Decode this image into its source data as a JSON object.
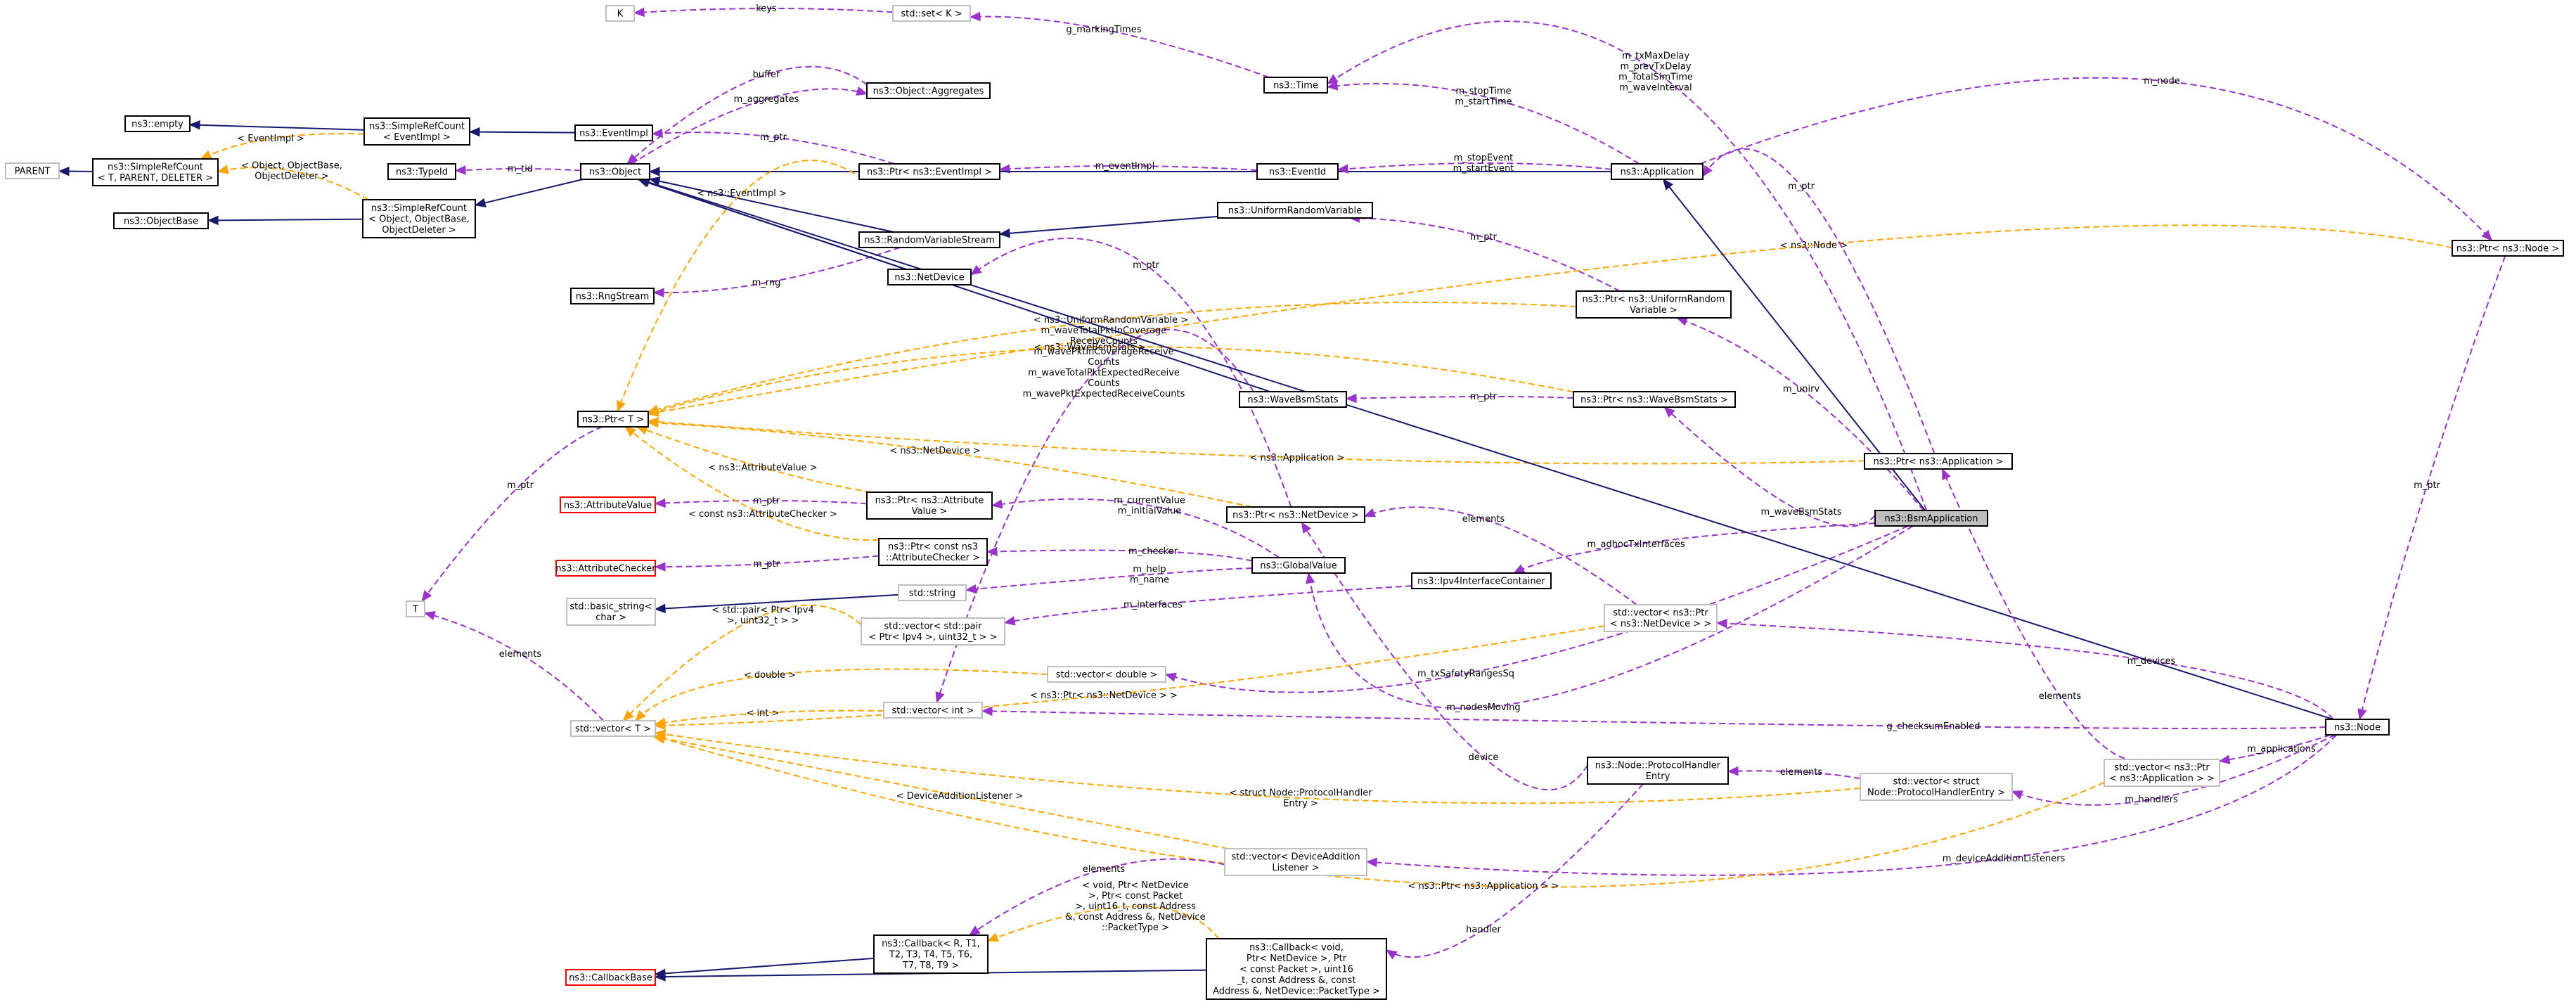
{
  "nodes": [
    {
      "id": "K",
      "lines": [
        "K"
      ],
      "style": "ext"
    },
    {
      "id": "set",
      "lines": [
        "std::set< K >"
      ],
      "style": "ext"
    },
    {
      "id": "empty",
      "lines": [
        "ns3::empty"
      ],
      "style": "normal"
    },
    {
      "id": "srcEvImpl",
      "lines": [
        "ns3::SimpleRefCount",
        "< EventImpl >"
      ],
      "style": "normal"
    },
    {
      "id": "PARENT",
      "lines": [
        "PARENT"
      ],
      "style": "ext"
    },
    {
      "id": "srcT",
      "lines": [
        "ns3::SimpleRefCount",
        "< T, PARENT, DELETER >"
      ],
      "style": "normal"
    },
    {
      "id": "ObjectBase",
      "lines": [
        "ns3::ObjectBase"
      ],
      "style": "normal"
    },
    {
      "id": "srcObj",
      "lines": [
        "ns3::SimpleRefCount",
        "< Object, ObjectBase,",
        "ObjectDeleter >"
      ],
      "style": "normal"
    },
    {
      "id": "TypeId",
      "lines": [
        "ns3::TypeId"
      ],
      "style": "normal"
    },
    {
      "id": "EventImpl",
      "lines": [
        "ns3::EventImpl"
      ],
      "style": "normal"
    },
    {
      "id": "Object",
      "lines": [
        "ns3::Object"
      ],
      "style": "normal"
    },
    {
      "id": "Aggregates",
      "lines": [
        "ns3::Object::Aggregates"
      ],
      "style": "normal"
    },
    {
      "id": "PtrEvImpl",
      "lines": [
        "ns3::Ptr< ns3::EventImpl >"
      ],
      "style": "normal"
    },
    {
      "id": "Time",
      "lines": [
        "ns3::Time"
      ],
      "style": "normal"
    },
    {
      "id": "EventId",
      "lines": [
        "ns3::EventId"
      ],
      "style": "normal"
    },
    {
      "id": "Application",
      "lines": [
        "ns3::Application"
      ],
      "style": "normal"
    },
    {
      "id": "URV",
      "lines": [
        "ns3::UniformRandomVariable"
      ],
      "style": "normal"
    },
    {
      "id": "RVS",
      "lines": [
        "ns3::RandomVariableStream"
      ],
      "style": "normal"
    },
    {
      "id": "NetDevice",
      "lines": [
        "ns3::NetDevice"
      ],
      "style": "normal"
    },
    {
      "id": "RngStream",
      "lines": [
        "ns3::RngStream"
      ],
      "style": "normal"
    },
    {
      "id": "PtrURV",
      "lines": [
        "ns3::Ptr< ns3::UniformRandom",
        "Variable >"
      ],
      "style": "normal"
    },
    {
      "id": "PtrNode",
      "lines": [
        "ns3::Ptr< ns3::Node >"
      ],
      "style": "normal"
    },
    {
      "id": "PtrT",
      "lines": [
        "ns3::Ptr< T >"
      ],
      "style": "normal"
    },
    {
      "id": "WaveBsmStats",
      "lines": [
        "ns3::WaveBsmStats"
      ],
      "style": "normal"
    },
    {
      "id": "PtrWBS",
      "lines": [
        "ns3::Ptr< ns3::WaveBsmStats >"
      ],
      "style": "normal"
    },
    {
      "id": "PtrApp",
      "lines": [
        "ns3::Ptr< ns3::Application >"
      ],
      "style": "normal"
    },
    {
      "id": "AttrValue",
      "lines": [
        "ns3::AttributeValue"
      ],
      "style": "red"
    },
    {
      "id": "PtrAttrValue",
      "lines": [
        "ns3::Ptr< ns3::Attribute",
        "Value >"
      ],
      "style": "normal"
    },
    {
      "id": "PtrNetDev",
      "lines": [
        "ns3::Ptr< ns3::NetDevice >"
      ],
      "style": "normal"
    },
    {
      "id": "BsmApp",
      "lines": [
        "ns3::BsmApplication"
      ],
      "style": "hl"
    },
    {
      "id": "AttrChecker",
      "lines": [
        "ns3::AttributeChecker"
      ],
      "style": "red"
    },
    {
      "id": "PtrAttrChecker",
      "lines": [
        "ns3::Ptr< const ns3",
        "::AttributeChecker >"
      ],
      "style": "normal"
    },
    {
      "id": "GlobalValue",
      "lines": [
        "ns3::GlobalValue"
      ],
      "style": "normal"
    },
    {
      "id": "Ipv4IC",
      "lines": [
        "ns3::Ipv4InterfaceContainer"
      ],
      "style": "normal"
    },
    {
      "id": "T",
      "lines": [
        "T"
      ],
      "style": "ext"
    },
    {
      "id": "basicString",
      "lines": [
        "std::basic_string<",
        "char >"
      ],
      "style": "ext"
    },
    {
      "id": "string",
      "lines": [
        "std::string"
      ],
      "style": "ext"
    },
    {
      "id": "vecPtrNetDev",
      "lines": [
        "std::vector< ns3::Ptr",
        "< ns3::NetDevice > >"
      ],
      "style": "ext"
    },
    {
      "id": "vecPair",
      "lines": [
        "std::vector< std::pair",
        "< Ptr< Ipv4 >, uint32_t > >"
      ],
      "style": "ext"
    },
    {
      "id": "vecDouble",
      "lines": [
        "std::vector< double >"
      ],
      "style": "ext"
    },
    {
      "id": "vecT",
      "lines": [
        "std::vector< T >"
      ],
      "style": "ext"
    },
    {
      "id": "vecInt",
      "lines": [
        "std::vector< int >"
      ],
      "style": "ext"
    },
    {
      "id": "Node",
      "lines": [
        "ns3::Node"
      ],
      "style": "normal"
    },
    {
      "id": "PHE",
      "lines": [
        "ns3::Node::ProtocolHandler",
        "Entry"
      ],
      "style": "normal"
    },
    {
      "id": "vecPHE",
      "lines": [
        "std::vector< struct",
        "Node::ProtocolHandlerEntry >"
      ],
      "style": "ext"
    },
    {
      "id": "vecPtrApp",
      "lines": [
        "std::vector< ns3::Ptr",
        "< ns3::Application > >"
      ],
      "style": "ext"
    },
    {
      "id": "vecDAL",
      "lines": [
        "std::vector< DeviceAddition",
        "Listener >"
      ],
      "style": "ext"
    },
    {
      "id": "Callback",
      "lines": [
        "ns3::Callback< R, T1,",
        "T2, T3, T4, T5, T6,",
        "T7, T8, T9 >"
      ],
      "style": "normal"
    },
    {
      "id": "CallbackBase",
      "lines": [
        "ns3::CallbackBase"
      ],
      "style": "red"
    },
    {
      "id": "CallbackVoid",
      "lines": [
        "ns3::Callback< void,",
        "Ptr< NetDevice >, Ptr",
        "< const Packet >, uint16",
        "_t, const Address &, const",
        "Address &, NetDevice::PacketType >"
      ],
      "style": "normal"
    }
  ],
  "edges": [
    {
      "from": "set",
      "to": "K",
      "kind": "use",
      "label": [
        "keys"
      ]
    },
    {
      "from": "srcEvImpl",
      "to": "empty",
      "kind": "inh",
      "label": []
    },
    {
      "from": "srcEvImpl",
      "to": "srcT",
      "kind": "tpl",
      "label": [
        "< EventImpl >"
      ]
    },
    {
      "from": "srcT",
      "to": "PARENT",
      "kind": "inh",
      "label": []
    },
    {
      "from": "srcObj",
      "to": "ObjectBase",
      "kind": "inh",
      "label": []
    },
    {
      "from": "srcObj",
      "to": "srcT",
      "kind": "tpl",
      "label": [
        "< Object, ObjectBase,",
        "ObjectDeleter >"
      ]
    },
    {
      "from": "EventImpl",
      "to": "srcEvImpl",
      "kind": "inh",
      "label": []
    },
    {
      "from": "Object",
      "to": "TypeId",
      "kind": "use",
      "label": [
        "m_tid"
      ]
    },
    {
      "from": "Object",
      "to": "srcObj",
      "kind": "inh",
      "label": []
    },
    {
      "from": "Aggregates",
      "to": "Object",
      "kind": "use",
      "label": [
        "buffer"
      ]
    },
    {
      "from": "Object",
      "to": "Aggregates",
      "kind": "use",
      "label": [
        "m_aggregates"
      ]
    },
    {
      "from": "PtrEvImpl",
      "to": "EventImpl",
      "kind": "use",
      "label": [
        "m_ptr"
      ]
    },
    {
      "from": "Time",
      "to": "set",
      "kind": "use",
      "label": [
        "g_markingTimes"
      ]
    },
    {
      "from": "EventId",
      "to": "PtrEvImpl",
      "kind": "use",
      "label": [
        "m_eventImpl"
      ]
    },
    {
      "from": "Application",
      "to": "Object",
      "kind": "inh",
      "label": []
    },
    {
      "from": "Application",
      "to": "Time",
      "kind": "use",
      "label": [
        "m_stopTime",
        "m_startTime"
      ]
    },
    {
      "from": "Application",
      "to": "EventId",
      "kind": "use",
      "label": [
        "m_stopEvent",
        "m_startEvent"
      ]
    },
    {
      "from": "Application",
      "to": "PtrNode",
      "kind": "use",
      "label": [
        "m_node"
      ]
    },
    {
      "from": "RVS",
      "to": "Object",
      "kind": "inh",
      "label": []
    },
    {
      "from": "URV",
      "to": "RVS",
      "kind": "inh",
      "label": []
    },
    {
      "from": "RVS",
      "to": "RngStream",
      "kind": "use",
      "label": [
        "m_rng"
      ]
    },
    {
      "from": "NetDevice",
      "to": "Object",
      "kind": "inh",
      "label": []
    },
    {
      "from": "PtrURV",
      "to": "URV",
      "kind": "use",
      "label": [
        "m_ptr"
      ]
    },
    {
      "from": "PtrURV",
      "to": "PtrT",
      "kind": "tpl",
      "label": [
        "< ns3::UniformRandomVariable >"
      ]
    },
    {
      "from": "PtrNode",
      "to": "PtrT",
      "kind": "tpl",
      "label": [
        "< ns3::Node >"
      ]
    },
    {
      "from": "PtrEvImpl",
      "to": "PtrT",
      "kind": "tpl",
      "label": [
        "< ns3::EventImpl >"
      ]
    },
    {
      "from": "PtrT",
      "to": "T",
      "kind": "use",
      "label": [
        "m_ptr"
      ]
    },
    {
      "from": "WaveBsmStats",
      "to": "Object",
      "kind": "inh",
      "label": []
    },
    {
      "from": "PtrWBS",
      "to": "WaveBsmStats",
      "kind": "use",
      "label": [
        "m_ptr"
      ]
    },
    {
      "from": "PtrWBS",
      "to": "PtrT",
      "kind": "tpl",
      "label": [
        "< ns3::WaveBsmStats >"
      ]
    },
    {
      "from": "WaveBsmStats",
      "to": "vecInt",
      "kind": "use",
      "label": [
        "m_waveTotalPktInCoverage",
        "ReceiveCounts",
        "m_wavePktInCoverageReceive",
        "Counts",
        "m_waveTotalPktExpectedReceive",
        "Counts",
        "m_wavePktExpectedReceiveCounts"
      ]
    },
    {
      "from": "PtrApp",
      "to": "Application",
      "kind": "use",
      "label": [
        "m_ptr"
      ]
    },
    {
      "from": "PtrApp",
      "to": "PtrT",
      "kind": "tpl",
      "label": [
        "< ns3::Application >"
      ]
    },
    {
      "from": "PtrAttrValue",
      "to": "AttrValue",
      "kind": "use",
      "label": [
        "m_ptr"
      ]
    },
    {
      "from": "PtrAttrValue",
      "to": "PtrT",
      "kind": "tpl",
      "label": [
        "< ns3::AttributeValue >"
      ]
    },
    {
      "from": "PtrNetDev",
      "to": "NetDevice",
      "kind": "use",
      "label": [
        "m_ptr"
      ]
    },
    {
      "from": "PtrNetDev",
      "to": "PtrT",
      "kind": "tpl",
      "label": [
        "< ns3::NetDevice >"
      ]
    },
    {
      "from": "PtrAttrChecker",
      "to": "AttrChecker",
      "kind": "use",
      "label": [
        "m_ptr"
      ]
    },
    {
      "from": "PtrAttrChecker",
      "to": "PtrT",
      "kind": "tpl",
      "label": [
        "< const ns3::AttributeChecker >"
      ]
    },
    {
      "from": "BsmApp",
      "to": "Application",
      "kind": "inh",
      "label": []
    },
    {
      "from": "BsmApp",
      "to": "Time",
      "kind": "use",
      "label": [
        "m_txMaxDelay",
        "m_prevTxDelay",
        "m_TotalSimTime",
        "m_waveInterval"
      ]
    },
    {
      "from": "BsmApp",
      "to": "PtrURV",
      "kind": "use",
      "label": [
        "m_unirv"
      ]
    },
    {
      "from": "BsmApp",
      "to": "PtrWBS",
      "kind": "use",
      "label": [
        "m_waveBsmStats"
      ]
    },
    {
      "from": "BsmApp",
      "to": "Ipv4IC",
      "kind": "use",
      "label": [
        "m_adhocTxInterfaces"
      ]
    },
    {
      "from": "BsmApp",
      "to": "vecDouble",
      "kind": "use",
      "label": [
        "m_txSafetyRangesSq"
      ]
    },
    {
      "from": "BsmApp",
      "to": "GlobalValue",
      "kind": "use",
      "label": [
        "m_nodesMoving"
      ]
    },
    {
      "from": "GlobalValue",
      "to": "PtrAttrValue",
      "kind": "use",
      "label": [
        "m_currentValue",
        "m_initialValue"
      ]
    },
    {
      "from": "GlobalValue",
      "to": "PtrAttrChecker",
      "kind": "use",
      "label": [
        "m_checker"
      ]
    },
    {
      "from": "GlobalValue",
      "to": "string",
      "kind": "use",
      "label": [
        "m_help",
        "m_name"
      ]
    },
    {
      "from": "string",
      "to": "basicString",
      "kind": "inh",
      "label": []
    },
    {
      "from": "Ipv4IC",
      "to": "vecPair",
      "kind": "use",
      "label": [
        "m_interfaces"
      ]
    },
    {
      "from": "vecPtrNetDev",
      "to": "PtrNetDev",
      "kind": "use",
      "label": [
        "elements"
      ]
    },
    {
      "from": "vecPtrNetDev",
      "to": "vecT",
      "kind": "tpl",
      "label": [
        "< ns3::Ptr< ns3::NetDevice > >"
      ]
    },
    {
      "from": "vecPair",
      "to": "vecT",
      "kind": "tpl",
      "label": [
        "< std::pair< Ptr< Ipv4",
        ">, uint32_t > >"
      ]
    },
    {
      "from": "vecDouble",
      "to": "vecT",
      "kind": "tpl",
      "label": [
        "< double >"
      ]
    },
    {
      "from": "vecInt",
      "to": "vecT",
      "kind": "tpl",
      "label": [
        "< int >"
      ]
    },
    {
      "from": "vecT",
      "to": "T",
      "kind": "use",
      "label": [
        "elements"
      ]
    },
    {
      "from": "Node",
      "to": "Object",
      "kind": "inh",
      "label": []
    },
    {
      "from": "Node",
      "to": "vecPtrNetDev",
      "kind": "use",
      "label": [
        "m_devices"
      ]
    },
    {
      "from": "Node",
      "to": "vecInt",
      "kind": "use",
      "label": [
        "g_checksumEnabled"
      ]
    },
    {
      "from": "Node",
      "to": "vecPtrApp",
      "kind": "use",
      "label": [
        "m_applications"
      ]
    },
    {
      "from": "Node",
      "to": "vecPHE",
      "kind": "use",
      "label": [
        "m_handlers"
      ]
    },
    {
      "from": "Node",
      "to": "vecDAL",
      "kind": "use",
      "label": [
        "m_deviceAdditionListeners"
      ]
    },
    {
      "from": "PtrNode",
      "to": "Node",
      "kind": "use",
      "label": [
        "m_ptr"
      ]
    },
    {
      "from": "PHE",
      "to": "PtrNetDev",
      "kind": "use",
      "label": [
        "device"
      ]
    },
    {
      "from": "PHE",
      "to": "CallbackVoid",
      "kind": "use",
      "label": [
        "handler"
      ]
    },
    {
      "from": "vecPHE",
      "to": "PHE",
      "kind": "use",
      "label": [
        "elements"
      ]
    },
    {
      "from": "vecPHE",
      "to": "vecT",
      "kind": "tpl",
      "label": [
        "< struct Node::ProtocolHandler",
        "Entry >"
      ]
    },
    {
      "from": "vecPtrApp",
      "to": "PtrApp",
      "kind": "use",
      "label": [
        "elements"
      ]
    },
    {
      "from": "vecPtrApp",
      "to": "vecT",
      "kind": "tpl",
      "label": [
        "< ns3::Ptr< ns3::Application > >"
      ]
    },
    {
      "from": "vecDAL",
      "to": "vecT",
      "kind": "tpl",
      "label": [
        "< DeviceAdditionListener >"
      ]
    },
    {
      "from": "vecDAL",
      "to": "Callback",
      "kind": "use",
      "label": [
        "elements"
      ]
    },
    {
      "from": "Callback",
      "to": "CallbackBase",
      "kind": "inh",
      "label": []
    },
    {
      "from": "CallbackVoid",
      "to": "CallbackBase",
      "kind": "inh",
      "label": []
    },
    {
      "from": "CallbackVoid",
      "to": "Callback",
      "kind": "tpl",
      "label": [
        "< void, Ptr< NetDevice",
        ">, Ptr< const Packet",
        ">, uint16_t, const Address",
        "&, const Address &, NetDevice",
        "::PacketType >"
      ]
    }
  ]
}
